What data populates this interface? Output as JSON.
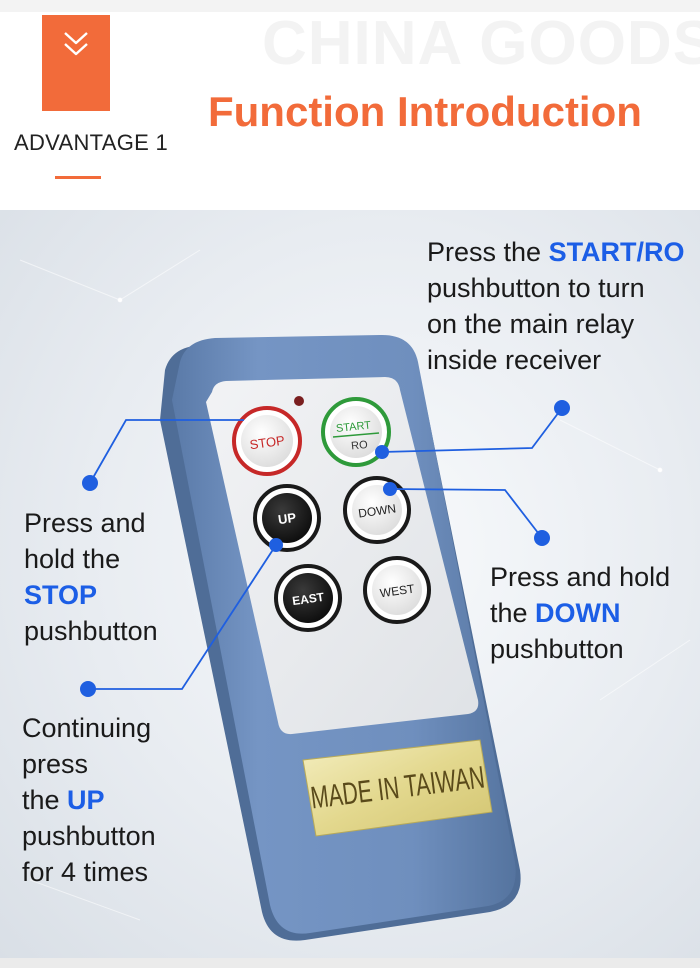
{
  "header": {
    "watermark": "CHINA GOODS",
    "title": "Function Introduction",
    "advantage_label": "ADVANTAGE 1"
  },
  "callouts": {
    "start": {
      "prefix": "Press the ",
      "highlight": "START/RO",
      "line2": "pushbutton to turn",
      "line3": "on the main relay",
      "line4": "inside receiver"
    },
    "stop": {
      "line1": "Press and",
      "line2": "hold the",
      "highlight": "STOP",
      "line4": "pushbutton"
    },
    "down": {
      "line1": "Press and hold",
      "prefix": "the ",
      "highlight": "DOWN",
      "line3": "pushbutton"
    },
    "up": {
      "line1": "Continuing",
      "line2": "press",
      "prefix": "the ",
      "highlight": "UP",
      "line4": "pushbutton",
      "line5": "for 4 times"
    }
  },
  "remote": {
    "buttons": {
      "stop": "STOP",
      "start_top": "START",
      "start_bottom": "RO",
      "up": "UP",
      "down": "DOWN",
      "east": "EAST",
      "west": "WEST"
    },
    "label": "MADE IN TAIWAN"
  },
  "colors": {
    "accent_orange": "#f26b3a",
    "highlight_blue": "#1c5ee6",
    "remote_body": "#6f8fbe",
    "callout_dot": "#1f5fe0"
  }
}
